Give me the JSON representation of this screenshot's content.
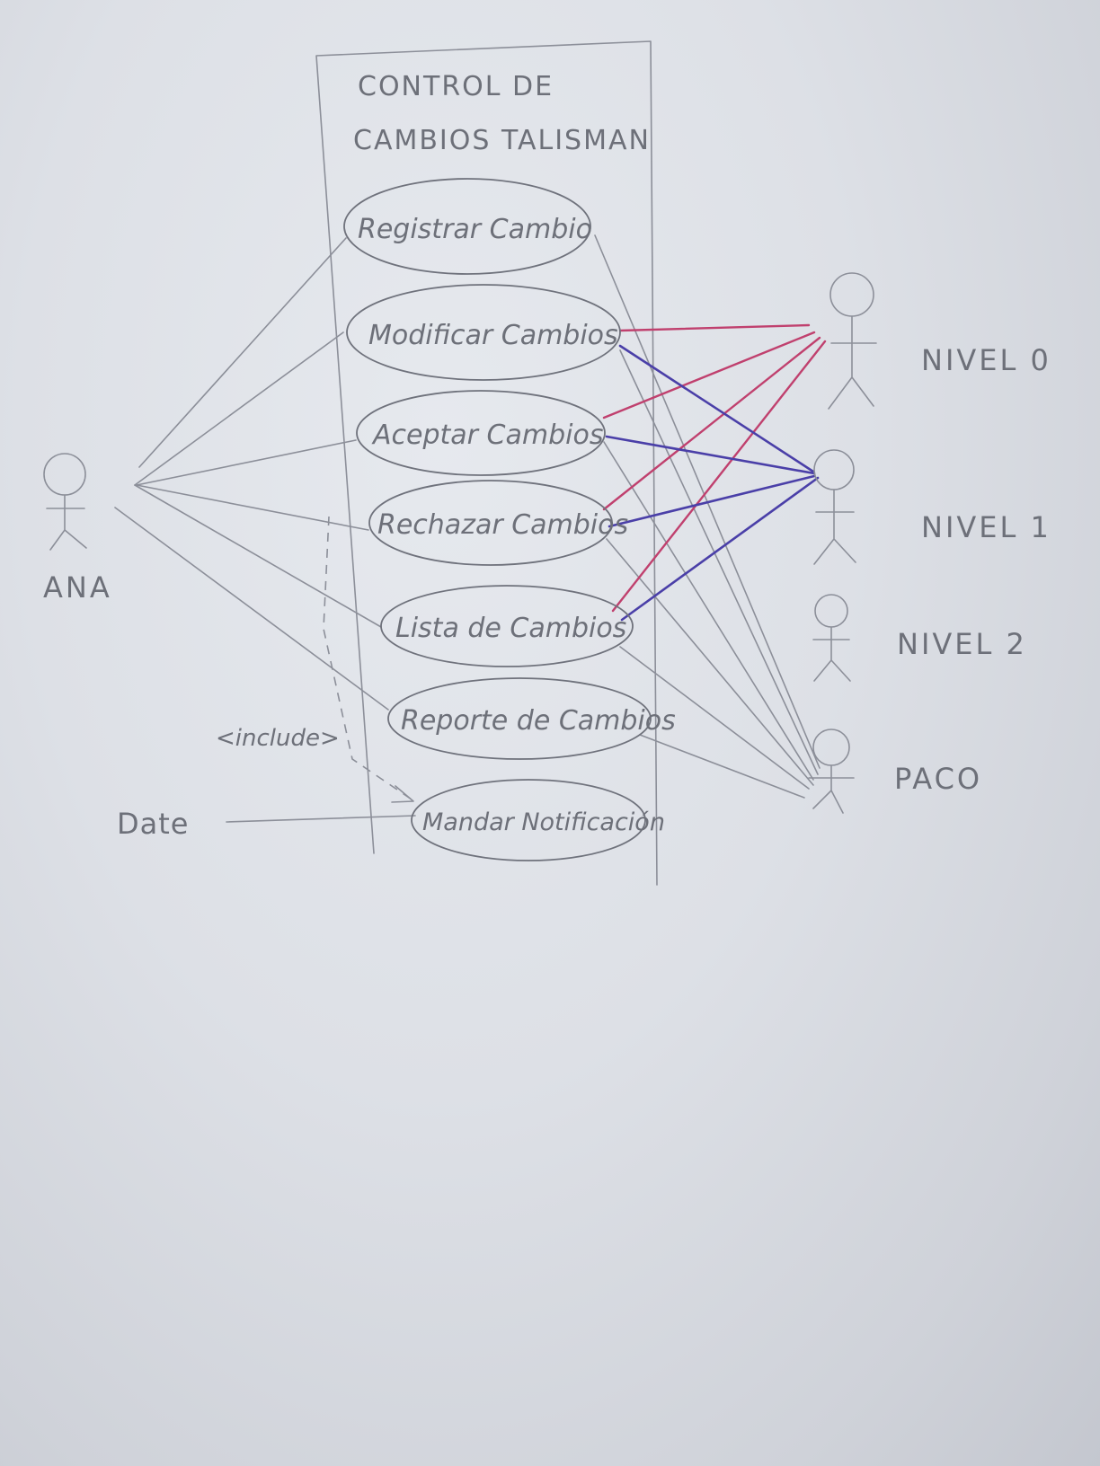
{
  "system": {
    "title_line1": "CONTROL DE",
    "title_line2": "CAMBIOS TALISMAN"
  },
  "use_cases": [
    {
      "id": "registrar",
      "label": "Registrar Cambio"
    },
    {
      "id": "modificar",
      "label": "Modificar Cambios"
    },
    {
      "id": "aceptar",
      "label": "Aceptar Cambios"
    },
    {
      "id": "rechazar",
      "label": "Rechazar Cambios"
    },
    {
      "id": "lista",
      "label": "Lista de Cambios"
    },
    {
      "id": "reporte",
      "label": "Reporte de Cambios"
    },
    {
      "id": "notificacion",
      "label": "Mandar Notificación"
    }
  ],
  "actors": {
    "ana": "ANA",
    "date": "Date",
    "nivel0": "NIVEL 0",
    "nivel1": "NIVEL 1",
    "nivel2": "NIVEL 2",
    "paco": "PACO"
  },
  "relations": {
    "include_label": "<include>"
  },
  "colors": {
    "paper": "#dde0e6",
    "pencil": "#8c8f99",
    "red_pencil": "#c0406e",
    "blue_pencil": "#4a3fa8"
  }
}
